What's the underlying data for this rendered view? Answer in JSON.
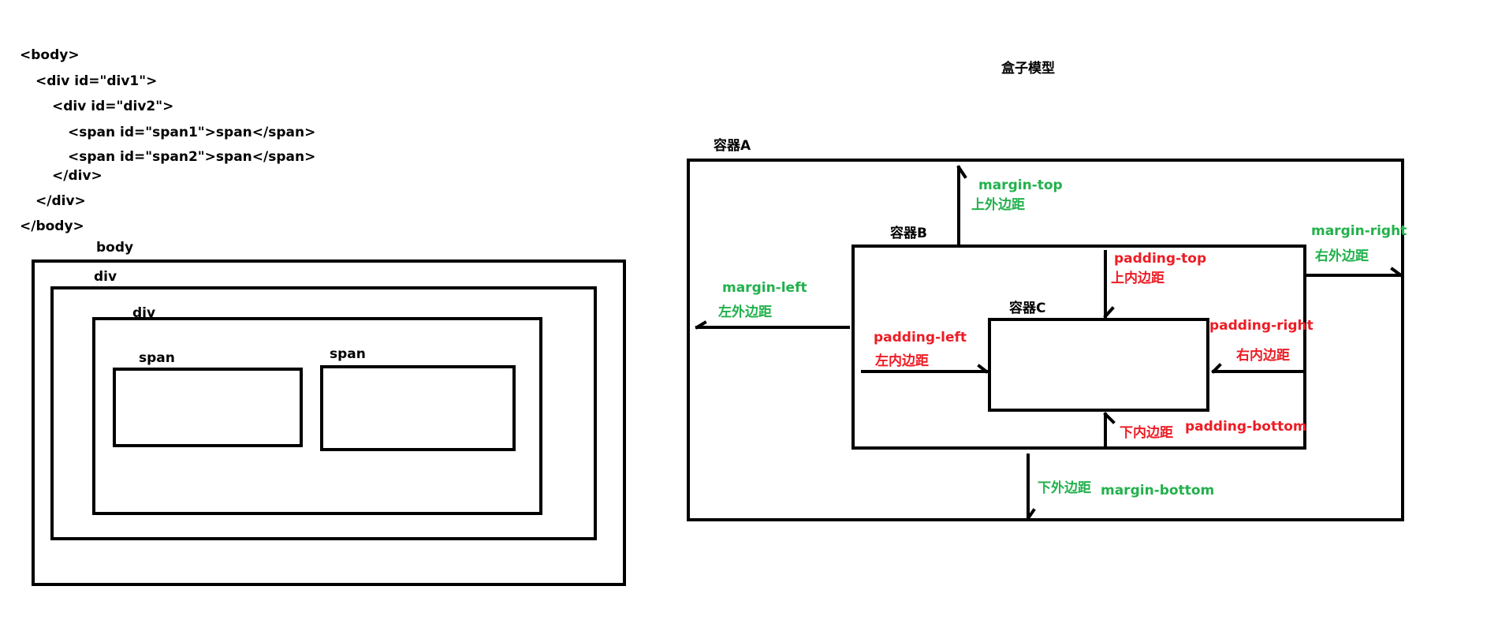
{
  "code": {
    "lines": [
      "<body>",
      "<div id=\"div1\">",
      "<div id=\"div2\">",
      "<span id=\"span1\">span</span>",
      "<span id=\"span2\">span</span>",
      "</div>",
      "</div>",
      "</body>"
    ]
  },
  "nested_boxes": {
    "body_label": "body",
    "div1_label": "div",
    "div2_label": "div",
    "span1_label": "span",
    "span2_label": "span"
  },
  "box_model": {
    "title": "盒子模型",
    "container_a": "容器A",
    "container_b": "容器B",
    "container_c": "容器C",
    "margin_top": "margin-top",
    "margin_top_cn": "上外边距",
    "margin_right": "margin-right",
    "margin_right_cn": "右外边距",
    "margin_left": "margin-left",
    "margin_left_cn": "左外边距",
    "margin_bottom": "margin-bottom",
    "margin_bottom_cn": "下外边距",
    "padding_top": "padding-top",
    "padding_top_cn": "上内边距",
    "padding_left": "padding-left",
    "padding_left_cn": "左内边距",
    "padding_right": "padding-right",
    "padding_right_cn": "右内边距",
    "padding_bottom": "padding-bottom",
    "padding_bottom_cn": "下内边距"
  },
  "colors": {
    "margin": "#22b14c",
    "padding": "#ed1c24",
    "stroke": "#000000"
  }
}
